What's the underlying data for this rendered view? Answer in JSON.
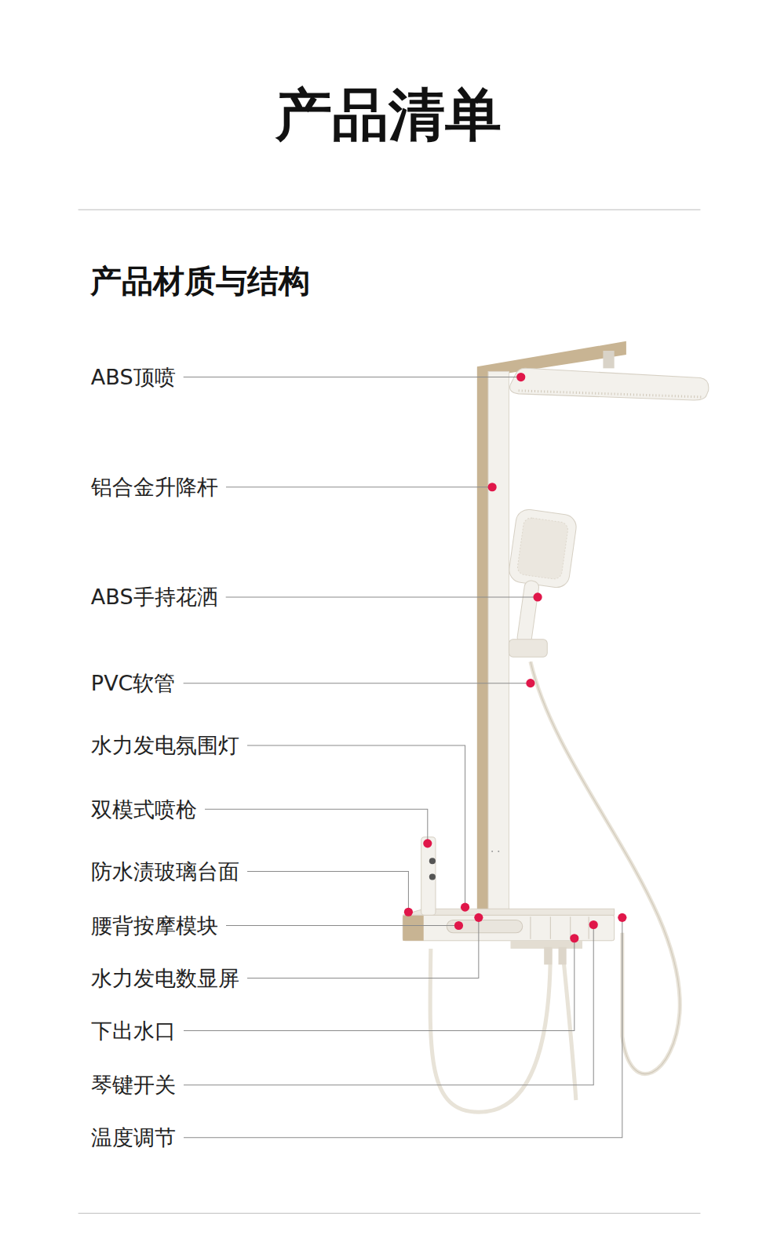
{
  "diagram": {
    "title": "产品清单",
    "labels": [
      "产品材质与结构",
      "ABS顶喷",
      "铝合金升降杆",
      "ABS手持花洒",
      "PVC软管",
      "水力发电氛围灯",
      "双模式喷枪",
      "防水渍玻璃台面",
      "腰背按摩模块",
      "水力发电数显屏",
      "下出水口",
      "琴键开关",
      "温度调节"
    ]
  }
}
